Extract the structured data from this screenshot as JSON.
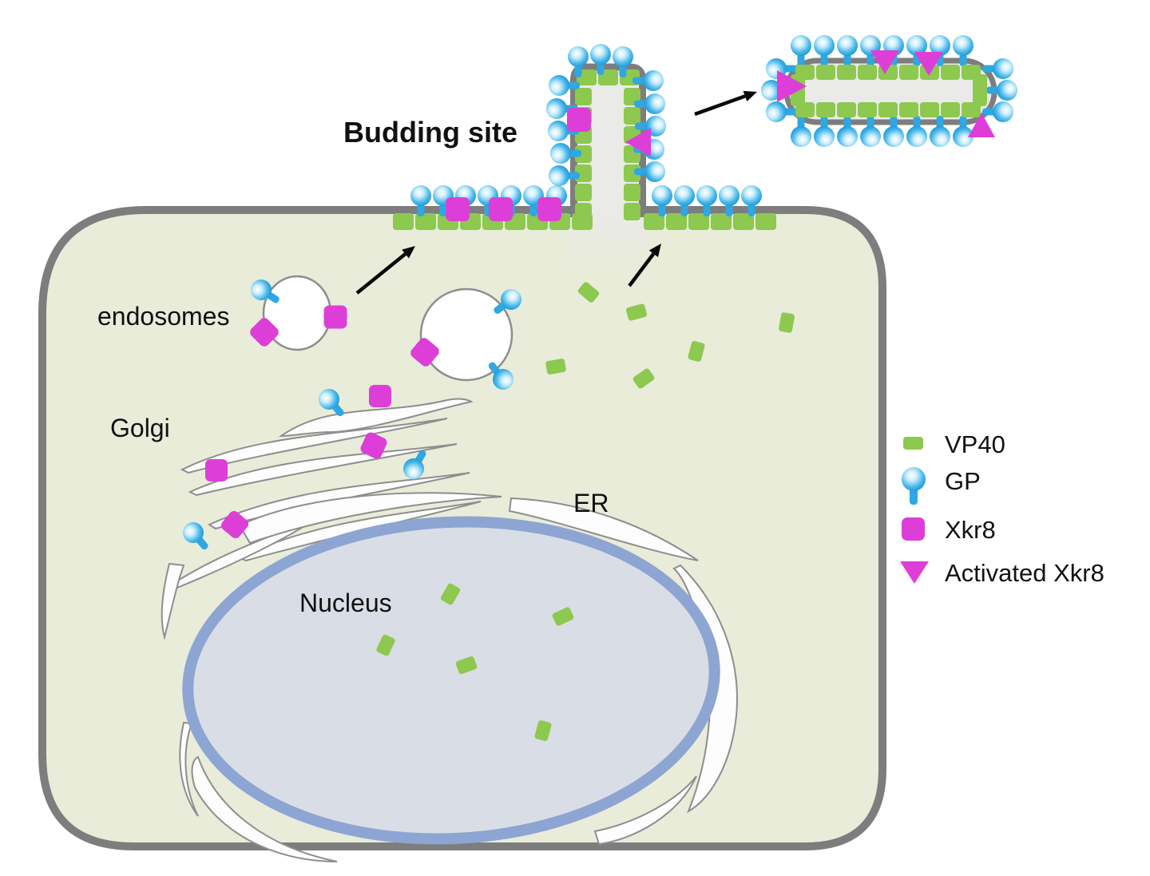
{
  "labels": {
    "budding_site": "Budding site",
    "endosomes": "endosomes",
    "golgi": "Golgi",
    "er": "ER",
    "nucleus": "Nucleus"
  },
  "legend": {
    "items": [
      {
        "id": "vp40",
        "label": "VP40",
        "icon": "vp40-square-icon"
      },
      {
        "id": "gp",
        "label": "GP",
        "icon": "gp-lollipop-icon"
      },
      {
        "id": "xkr8",
        "label": "Xkr8",
        "icon": "xkr8-square-icon"
      },
      {
        "id": "activated_xkr8",
        "label": "Activated Xkr8",
        "icon": "activated-xkr8-triangle-icon"
      }
    ]
  },
  "colors": {
    "vp40_green": "#8dc84f",
    "gp_blue": "#2ea7e2",
    "gp_blue_dark": "#1b94d0",
    "xkr8_magenta": "#de3ed8",
    "membrane_gray": "#7d7d7d",
    "cell_fill": "#e8ecd9",
    "nucleus_fill": "#d9dde6",
    "nucleus_ring": "#8da5d2",
    "lumen_gray": "#eaeae8",
    "organelle_fill": "#fdfdfd",
    "organelle_stroke": "#8e8e8e",
    "arrow_black": "#0a0a0a"
  }
}
